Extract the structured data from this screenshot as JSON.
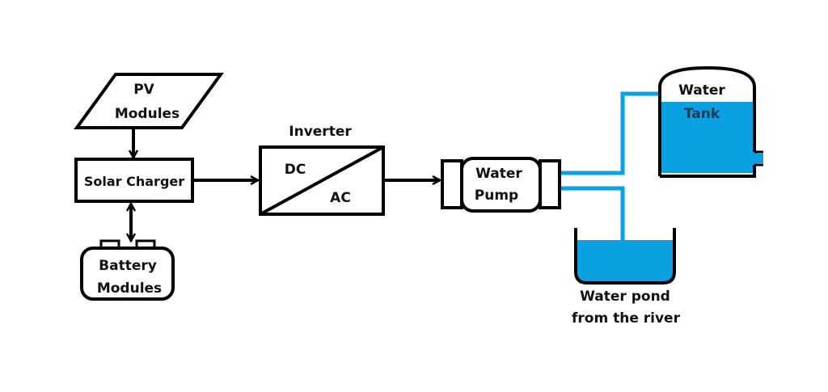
{
  "labels": {
    "pv": [
      "PV",
      "Modules"
    ],
    "charger": "Solar Charger",
    "battery": [
      "Battery",
      "Modules"
    ],
    "inverter_title": "Inverter",
    "inverter_in": "DC",
    "inverter_out": "AC",
    "pump": [
      "Water",
      "Pump"
    ],
    "tank": [
      "Water",
      "Tank"
    ],
    "pond": [
      "Water pond",
      "from the river"
    ]
  },
  "colors": {
    "water": "#0aa0e2",
    "line": "#000000",
    "tank_label": "#1a3a5a"
  }
}
